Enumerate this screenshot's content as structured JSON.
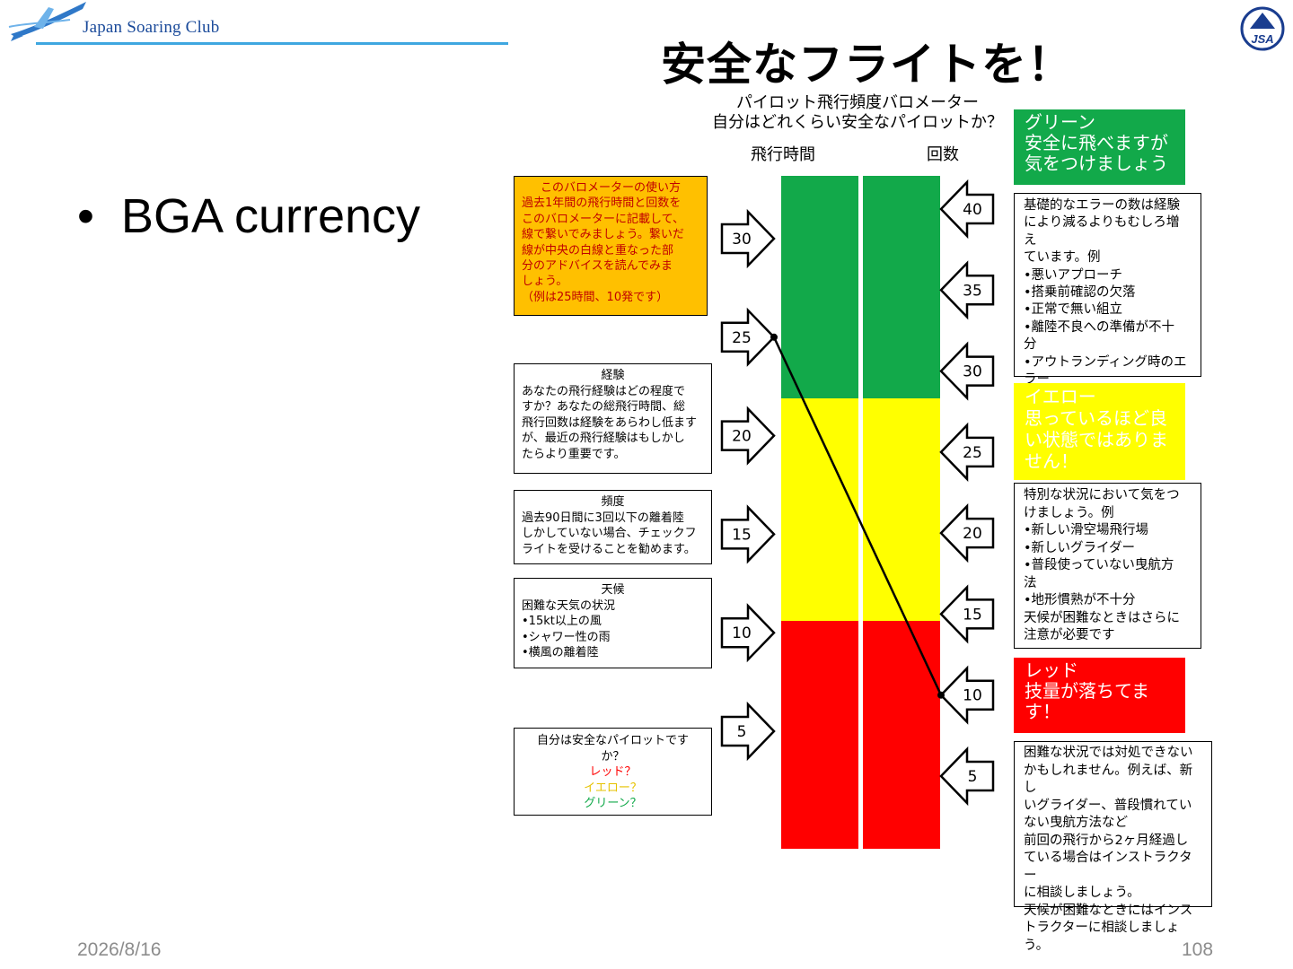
{
  "header": {
    "logo_text": "Japan Soaring Club",
    "badge_text": "JSA"
  },
  "slide": {
    "title": "安全なフライトを！",
    "bullet": "BGA currency",
    "footer_date": "2026/8/16",
    "page_number": "108"
  },
  "barometer": {
    "header_line1": "パイロット飛行頻度バロメーター",
    "header_line2": "自分はどれくらい安全なパイロットか？",
    "col_hours": "飛行時間",
    "col_count": "回数",
    "hours_ticks": [
      "30",
      "25",
      "20",
      "15",
      "10",
      "5"
    ],
    "count_ticks": [
      "40",
      "35",
      "30",
      "25",
      "20",
      "15",
      "10",
      "5"
    ],
    "example_hours": 25,
    "example_count": 10,
    "colors": {
      "green": "#12a94a",
      "yellow": "#ffff00",
      "red": "#ff0000",
      "orange": "#ffc000"
    }
  },
  "left_boxes": {
    "howto": [
      "このバロメーターの使い方",
      "過去1年間の飛行時間と回数を",
      "このバロメーターに記載して、",
      "線で繋いでみましょう。繋いだ",
      "線が中央の白線と重なった部",
      "分のアドバイスを読んでみま",
      "しょう。",
      "（例は25時間、10発です）"
    ],
    "experience": [
      "経験",
      "あなたの飛行経験はどの程度で",
      "すか？あなたの総飛行時間、総",
      "飛行回数は経験をあらわし低ます",
      "が、最近の飛行経験はもしかし",
      "たらより重要です。"
    ],
    "frequency": [
      "頻度",
      "過去90日間に3回以下の離着陸",
      "しかしていない場合、チェックフ",
      "ライトを受けることを勧めます。"
    ],
    "weather": [
      "天候",
      "困難な天気の状況",
      "•15kt以上の風",
      "•シャワー性の雨",
      "•横風の離着陸"
    ],
    "question": [
      "自分は安全なパイロットです",
      "か？"
    ],
    "question_red": "レッド？",
    "question_yellow": "イエロー？",
    "question_green": "グリーン？"
  },
  "right_boxes": {
    "green_zone": [
      "グリーン",
      "安全に飛べますが",
      "気をつけましょう"
    ],
    "green_advice": [
      "基礎的なエラーの数は経験",
      "により減るよりもむしろ増え",
      "ています。例",
      "•悪いアプローチ",
      "•搭乗前確認の欠落",
      "•正常で無い組立",
      "•離陸不良への準備が不十",
      "分",
      "•アウトランディング時のエ",
      "ラー"
    ],
    "yellow_zone": [
      "イエロー",
      "思っているほど良",
      "い状態ではありま",
      "せん！"
    ],
    "yellow_advice": [
      "特別な状況において気をつ",
      "けましょう。例",
      "•新しい滑空場飛行場",
      "•新しいグライダー",
      "•普段使っていない曳航方",
      "法",
      "•地形慣熟が不十分",
      "天候が困難なときはさらに",
      "注意が必要です"
    ],
    "red_zone": [
      "レッド",
      "技量が落ちてま",
      "す！"
    ],
    "red_advice": [
      "困難な状況では対処できない",
      "かもしれません。例えば、新し",
      "いグライダー、普段慣れてい",
      "ない曳航方法など",
      "前回の飛行から2ヶ月経過し",
      "ている場合はインストラクター",
      "に相談しましょう。",
      "天候が困難なときにはインス",
      "トラクターに相談しましょう。"
    ]
  }
}
